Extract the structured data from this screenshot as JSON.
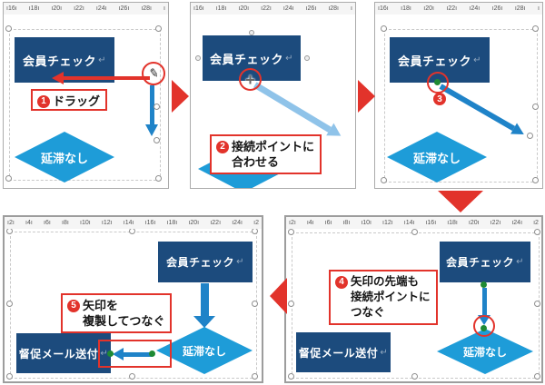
{
  "rulers": {
    "top": [
      "ı16ı",
      "ı18ı",
      "ı20ı",
      "ı22ı",
      "ı24ı",
      "ı26ı",
      "ı28ı",
      "ı"
    ],
    "bottom": [
      "ı2ı",
      "ı4ı",
      "ı6ı",
      "ı8ı",
      "ı10ı",
      "ı12ı",
      "ı14ı",
      "ı16ı",
      "ı18ı",
      "ı20ı",
      "ı22ı",
      "ı24ı",
      "ı2"
    ]
  },
  "shapes": {
    "member_check": "会員チェック",
    "no_delay": "延滞なし",
    "reminder_mail": "督促メール送付",
    "text_end_mark": "↵"
  },
  "callouts": {
    "step1": {
      "num": "1",
      "line1": "ドラッグ"
    },
    "step2": {
      "num": "2",
      "line1": "接続ポイントに",
      "line2": "合わせる"
    },
    "step3": {
      "num": "3"
    },
    "step4": {
      "num": "4",
      "line1": "矢印の先端も",
      "line2": "接続ポイントに",
      "line3": "つなぐ"
    },
    "step5": {
      "num": "5",
      "line1": "矢印を",
      "line2": "複製してつなぐ"
    }
  },
  "cursors": {
    "pencil": "✎",
    "crosshair": "+"
  },
  "colors": {
    "shape_dark_blue": "#1C4B7D",
    "shape_light_blue": "#1E9CD8",
    "connector_blue": "#1F83C8",
    "pale_arrow_blue": "#8FC3E9",
    "annotation_red": "#E2332B",
    "connection_green": "#1E8A33"
  }
}
